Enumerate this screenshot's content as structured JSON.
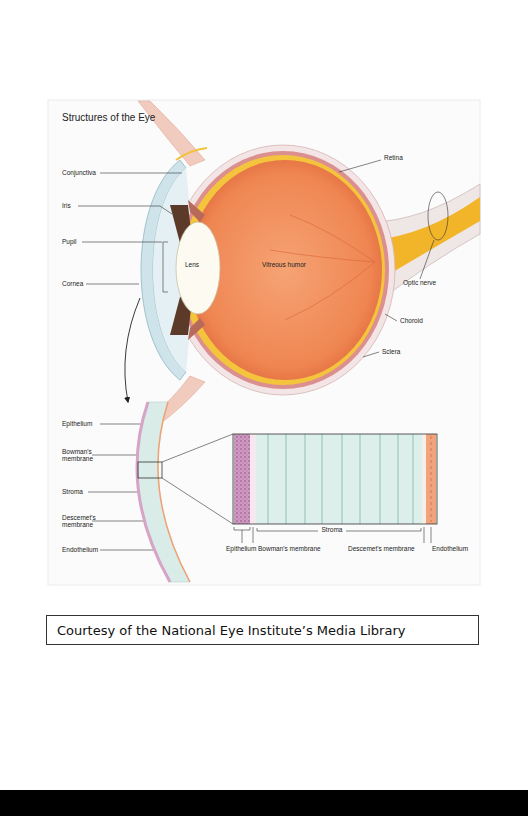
{
  "diagram": {
    "title": "Structures of the Eye",
    "caption": "Courtesy of the National Eye Institute’s Media Library",
    "labels": [
      "Conjunctiva",
      "Iris",
      "Pupil",
      "Cornea",
      "Lens",
      "Vitreous humor",
      "Retina",
      "Optic nerve",
      "Choroid",
      "Sclera",
      "Epithelium",
      "Bowman's membrane",
      "Stroma",
      "Descemet's membrane",
      "Endothelium",
      "Stroma",
      "Epithelium",
      "Bowman's membrane",
      "Descemet's membrane",
      "Endothelium"
    ]
  }
}
